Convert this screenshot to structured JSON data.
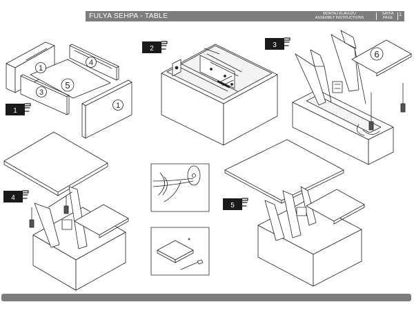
{
  "header": {
    "title": "FULYA SEHPA - TABLE",
    "manual_label_tr": "MONTAJ KLAVUZU",
    "manual_label_en": "ASSEMBLY INSTRUCTIONS",
    "page_label_tr": "SAYFA",
    "page_label_en": "PAGE",
    "page_number": "1"
  },
  "steps": [
    "1",
    "2",
    "3",
    "4",
    "5"
  ],
  "parts": {
    "panel_1a": "1",
    "panel_1b": "1",
    "panel_3": "3",
    "panel_4": "4",
    "panel_5": "5",
    "top_6": "6"
  },
  "colors": {
    "header_bg": "#7d7d7d",
    "line": "#222222",
    "step_badge": "#1a1a1a"
  }
}
